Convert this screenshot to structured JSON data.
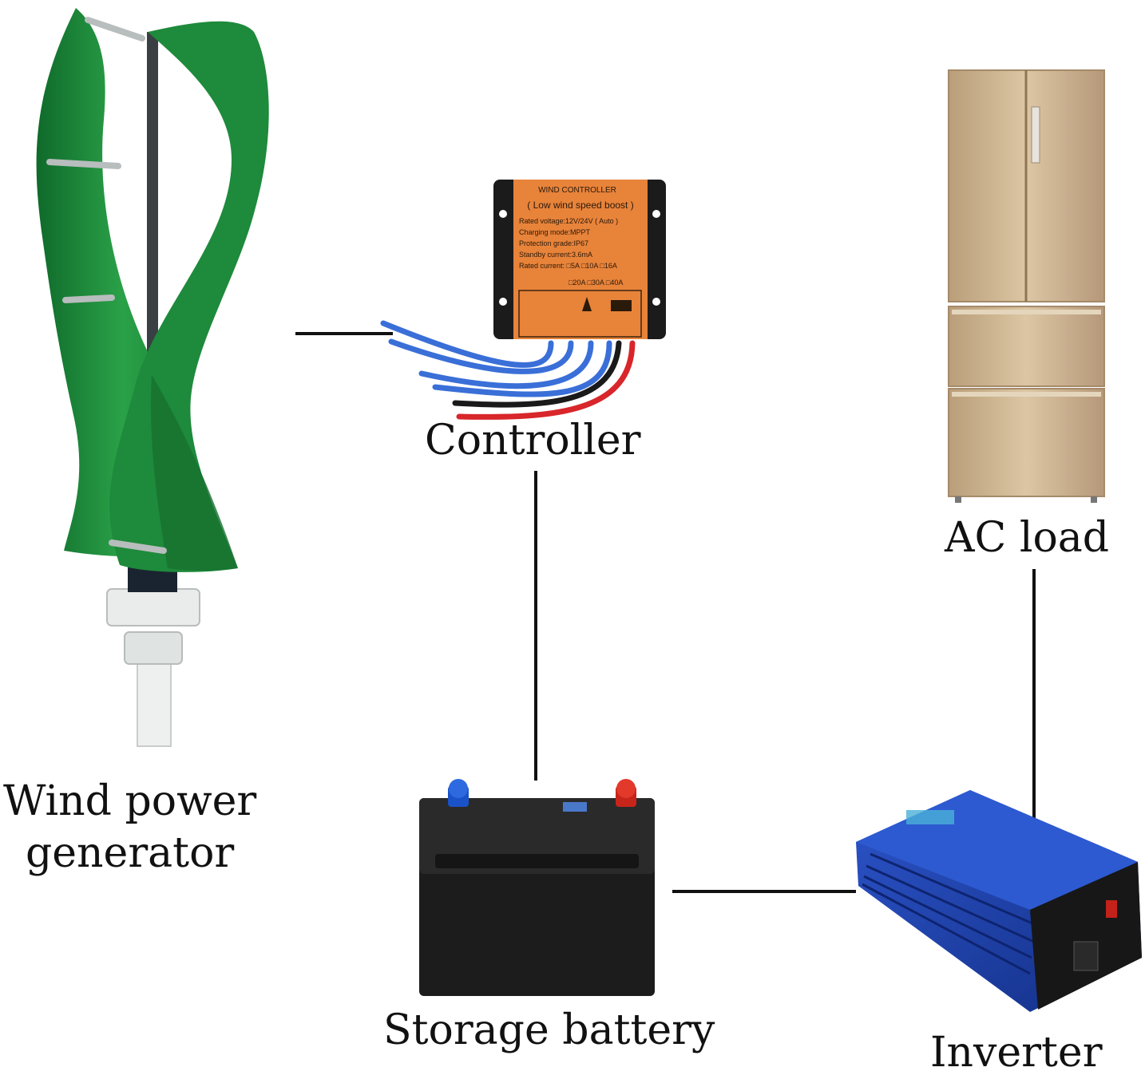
{
  "labels": {
    "wind_generator_line1": "Wind power",
    "wind_generator_line2": "generator",
    "controller": "Controller",
    "ac_load": "AC load",
    "storage_battery": "Storage battery",
    "inverter": "Inverter"
  },
  "controller_panel": {
    "title": "WIND CONTROLLER",
    "subtitle": "( Low wind speed boost )",
    "line1": "Rated voltage:12V/24V ( Auto )",
    "line2": "Charging mode:MPPT",
    "line3": "Protection grade:IP67",
    "line4": "Standby current:3.6mA",
    "line5": "Rated current: □5A □10A □16A",
    "line6": "□20A □30A □40A"
  },
  "colors": {
    "turbine_green": "#1f8a3a",
    "controller_orange": "#e8833a",
    "wire_blue": "#3a6fd8",
    "wire_red": "#d8262a",
    "battery_body": "#1c1c1c",
    "inverter_blue": "#1f3fa8",
    "fridge_gold": "#cdb491"
  }
}
